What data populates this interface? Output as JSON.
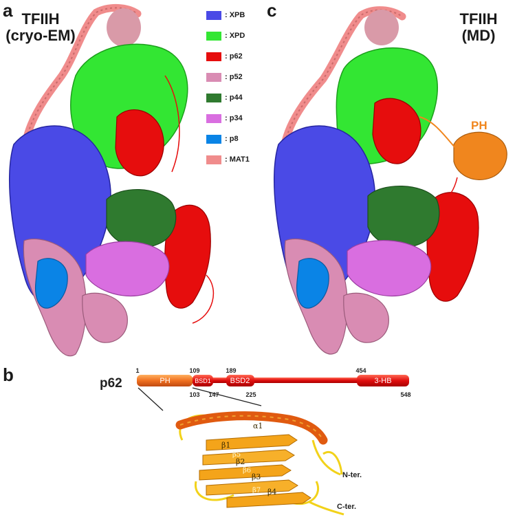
{
  "panels": {
    "a": {
      "letter": "a",
      "title_line1": "TFIIH",
      "title_line2": "(cryo-EM)"
    },
    "b": {
      "letter": "b"
    },
    "c": {
      "letter": "c",
      "title_line1": "TFIIH",
      "title_line2": "(MD)",
      "ph_label": "PH"
    }
  },
  "legend": [
    {
      "label": ": XPB",
      "color": "#4a4ae6"
    },
    {
      "label": ": XPD",
      "color": "#33e633"
    },
    {
      "label": ": p62",
      "color": "#e60d0d"
    },
    {
      "label": ": p52",
      "color": "#d98cb3"
    },
    {
      "label": ": p44",
      "color": "#2f7a2f"
    },
    {
      "label": ": p34",
      "color": "#d96ee0"
    },
    {
      "label": ": p8",
      "color": "#0a84e6"
    },
    {
      "label": ": MAT1",
      "color": "#f08c8c"
    }
  ],
  "domain_map": {
    "protein": "p62",
    "domains": [
      {
        "label": "PH",
        "start": "1",
        "end": "103"
      },
      {
        "label": "BSD1",
        "start": "109",
        "end": "147"
      },
      {
        "label": "BSD2",
        "start": "189",
        "end": "225"
      },
      {
        "label": "3-HB",
        "start": "454",
        "end": "548"
      }
    ]
  },
  "structure_labels": {
    "alpha1": "α1",
    "beta1": "β1",
    "beta2": "β2",
    "beta3": "β3",
    "beta4": "β4",
    "beta5": "β5",
    "beta6": "β6",
    "beta7": "β7",
    "n_ter": "N-ter.",
    "c_ter": "C-ter."
  }
}
